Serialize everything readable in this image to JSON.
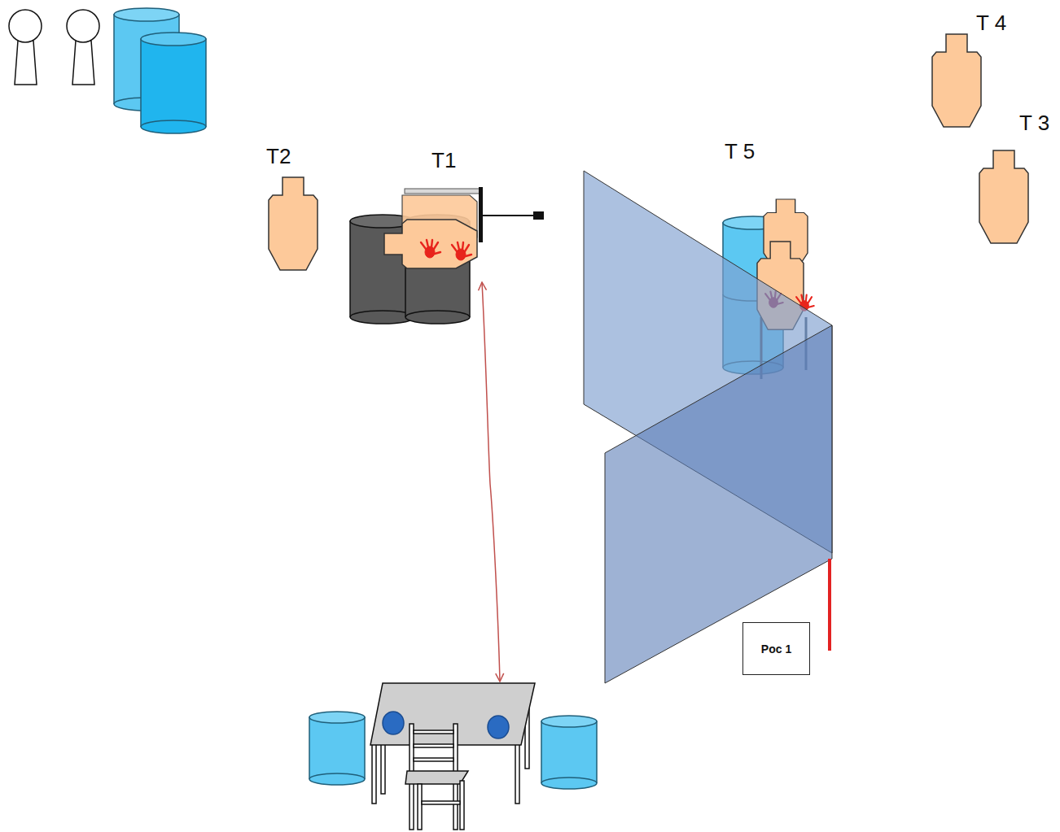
{
  "diagram": {
    "nodes": [
      {
        "text": [
          "Poc 1"
        ]
      }
    ],
    "labels": [
      "T 4",
      "T 3",
      "T2",
      "T1",
      "T 5"
    ]
  }
}
